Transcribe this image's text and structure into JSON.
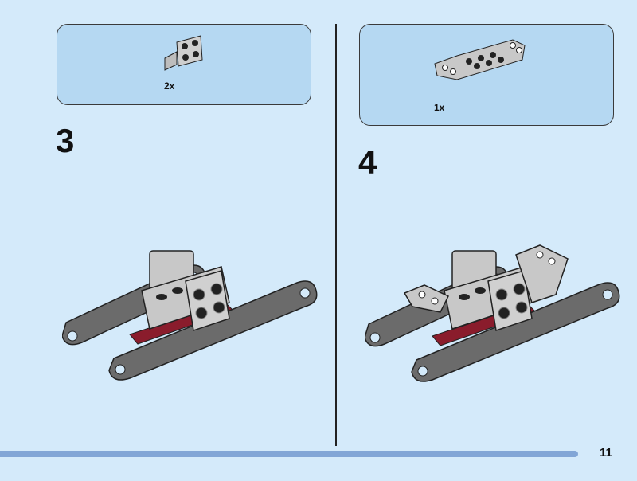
{
  "steps": [
    {
      "number": "3",
      "parts": [
        {
          "quantity": "2x",
          "part": "bracket-1x2-2x2"
        }
      ]
    },
    {
      "number": "4",
      "parts": [
        {
          "quantity": "1x",
          "part": "inverted-slope-plate"
        }
      ]
    }
  ],
  "page_number": "11",
  "colors": {
    "background": "#d4eafa",
    "callout": "#b5d8f2",
    "footer_bar": "#82a6d6",
    "light_gray": "#c8c8c8",
    "dark_gray": "#6b6b6b",
    "dark_red": "#8a1c2c"
  }
}
